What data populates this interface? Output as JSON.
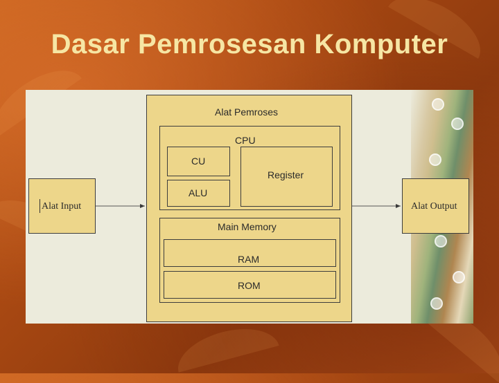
{
  "slide": {
    "title": "Dasar Pemrosesan Komputer"
  },
  "diagram": {
    "input_label": "Alat Input",
    "output_label": "Alat Output",
    "processor_label": "Alat Pemroses",
    "cpu_label": "CPU",
    "cu_label": "CU",
    "alu_label": "ALU",
    "register_label": "Register",
    "memory_label": "Main Memory",
    "ram_label": "RAM",
    "rom_label": "ROM",
    "box_color": "#edd68a",
    "panel_color": "#ecebdc"
  }
}
